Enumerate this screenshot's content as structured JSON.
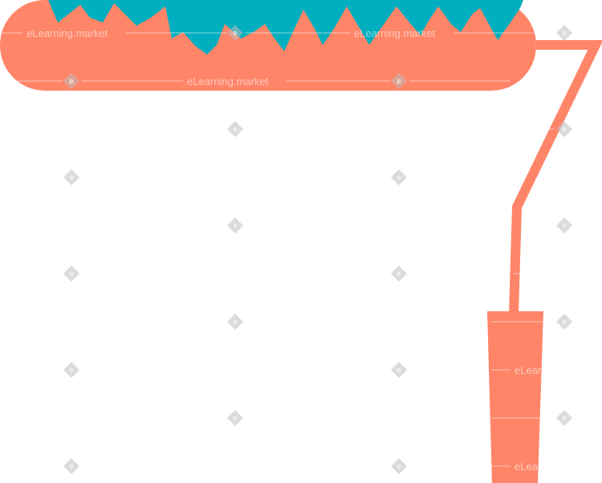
{
  "illustration": {
    "subject": "paint-roller",
    "colors": {
      "roller_body": "#FF8569",
      "paint_drip": "#00AFBF",
      "handle": "#FF8569",
      "background": "#FFFFFF"
    }
  },
  "watermark": {
    "text": "eLearning.market",
    "glyph": "e"
  }
}
